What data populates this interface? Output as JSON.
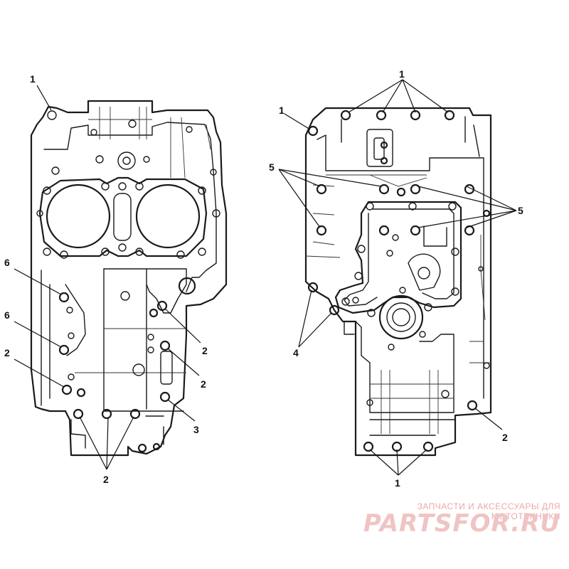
{
  "left_view": {
    "callouts": [
      "1",
      "6",
      "6",
      "2",
      "2",
      "2",
      "3",
      "2"
    ]
  },
  "right_view": {
    "callouts": [
      "1",
      "1",
      "5",
      "5",
      "4",
      "2",
      "1"
    ]
  },
  "watermark": {
    "tagline": "ЗАПЧАСТИ И АКСЕССУАРЫ ДЛЯ МОТОТЕХНИКИ",
    "logo": "PARTSFOR.RU",
    "color": "#e9a9a9"
  }
}
